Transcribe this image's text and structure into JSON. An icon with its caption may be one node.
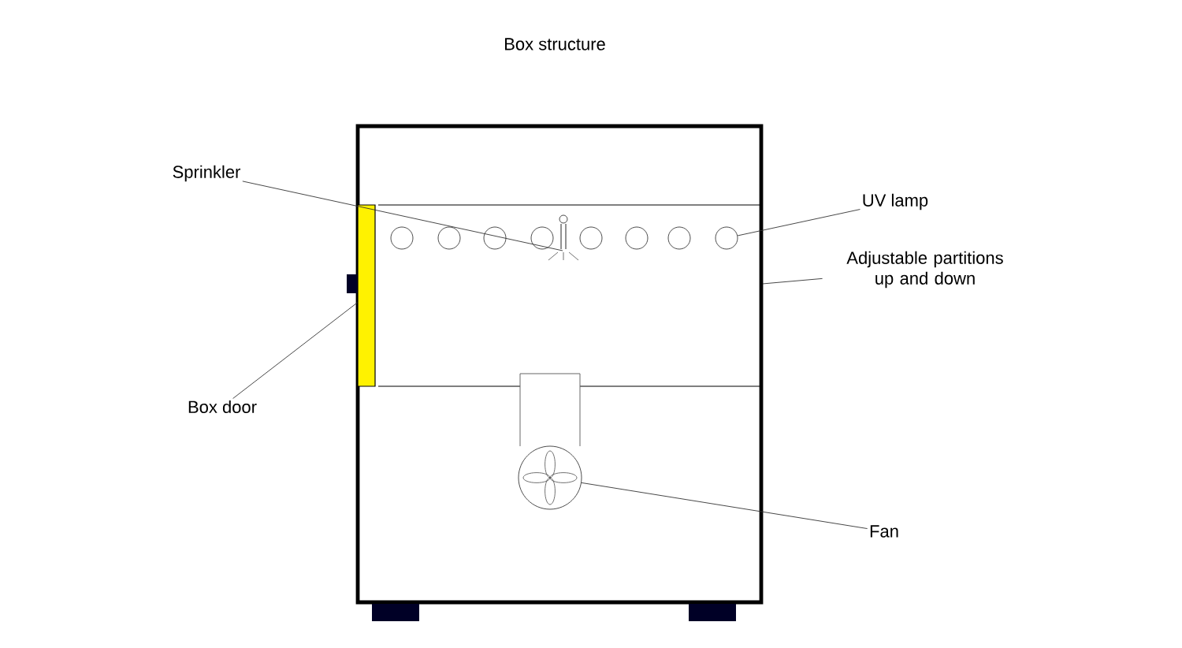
{
  "diagram": {
    "title": "Box structure",
    "nodes": [
      {
        "text": [
          "Sprinkler"
        ]
      },
      {
        "text": [
          "UV lamp"
        ]
      },
      {
        "text": [
          "Adjustable partitions up and down"
        ]
      },
      {
        "text": [
          "Box door"
        ]
      },
      {
        "text": [
          "Fan"
        ]
      },
      {
        "text": [],
        "shape": "bar"
      },
      {
        "text": [],
        "shape": "circle"
      },
      {
        "text": [],
        "shape": "circle"
      }
    ],
    "edges": [
      {
        "from": 0,
        "to": null,
        "arrow": "none"
      },
      {
        "from": 1,
        "to": 6,
        "arrow": "none"
      },
      {
        "from": 2,
        "to": null,
        "arrow": "none"
      },
      {
        "from": 3,
        "to": 5,
        "arrow": "none"
      },
      {
        "from": 4,
        "to": 7,
        "arrow": "none"
      }
    ]
  }
}
